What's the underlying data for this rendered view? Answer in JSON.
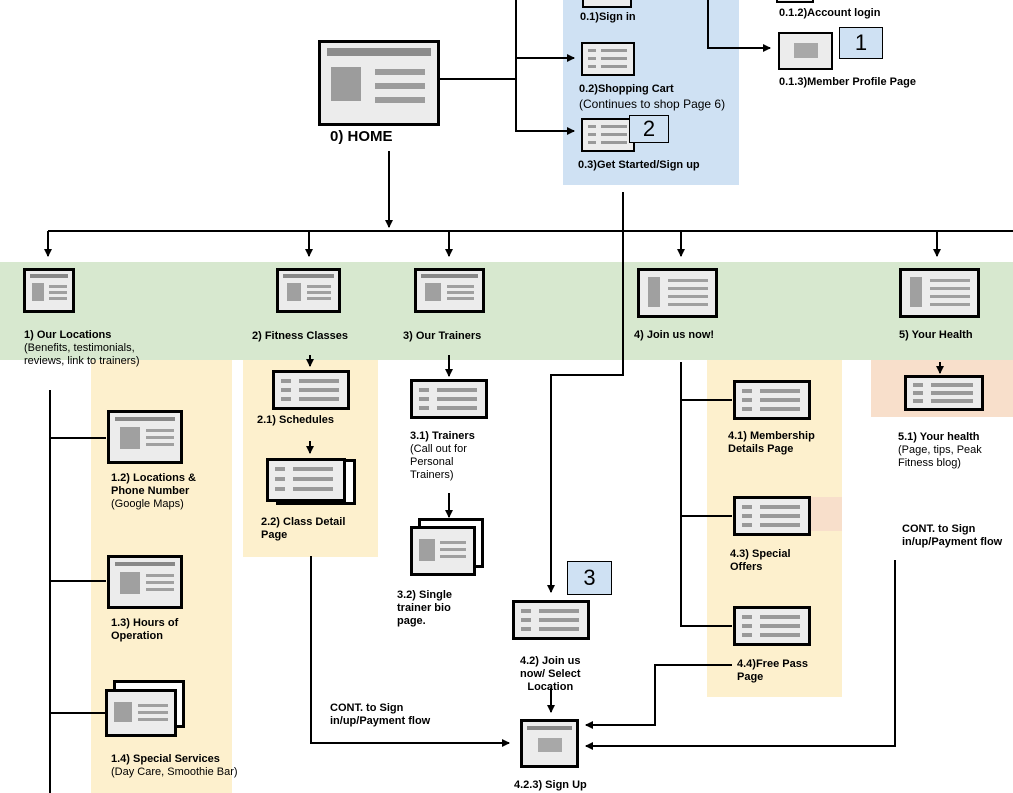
{
  "home": {
    "label": "0) HOME"
  },
  "auth": {
    "sign_in": "0.1)Sign in",
    "account_login": "0.1.2)Account login",
    "member_profile": "0.1.3)Member Profile Page",
    "shopping_cart": "0.2)Shopping Cart",
    "shopping_cart_note": "(Continues to shop Page 6)",
    "get_started": "0.3)Get Started/Sign up"
  },
  "sections": {
    "locations": {
      "title": "1) Our Locations",
      "note_1": "(Benefits, testimonials,",
      "note_2": "reviews, link to trainers)"
    },
    "fitness": {
      "title": "2) Fitness Classes"
    },
    "trainers": {
      "title": "3) Our Trainers"
    },
    "join": {
      "title": "4) Join us now!"
    },
    "health": {
      "title": "5) Your Health"
    }
  },
  "locations_sub": {
    "phone_1": "1.2) Locations &",
    "phone_2": "Phone Number",
    "phone_note": "(Google Maps)",
    "hours_1": "1.3) Hours of",
    "hours_2": "Operation",
    "special_title": "1.4) Special Services",
    "special_note": "(Day Care, Smoothie Bar)"
  },
  "fitness_sub": {
    "schedules": "2.1) Schedules",
    "class_1": "2.2) Class Detail",
    "class_2": "Page"
  },
  "trainers_sub": {
    "trainers_title": "3.1) Trainers",
    "trainers_n1": "(Call out for",
    "trainers_n2": "Personal",
    "trainers_n3": "Trainers)",
    "bio_1": "3.2) Single",
    "bio_2": "trainer bio",
    "bio_3": "page."
  },
  "join_sub": {
    "membership_1": "4.1) Membership",
    "membership_2": "Details Page",
    "offers_1": "4.3) Special",
    "offers_2": "Offers",
    "free_1": "4.4)Free Pass",
    "free_2": "Page",
    "select_1": "4.2) Join us",
    "select_2": "now/ Select",
    "select_3": "Location",
    "signup": "4.2.3) Sign Up"
  },
  "health_sub": {
    "title": "5.1) Your health",
    "n1": "(Page, tips, Peak",
    "n2": "Fitness blog)"
  },
  "cont_labels": {
    "a1": "CONT.  to Sign",
    "a2": "in/up/Payment flow",
    "b1": "CONT.  to Sign",
    "b2": "in/up/Payment flow"
  },
  "annotations": [
    "1",
    "2",
    "3"
  ],
  "colors": {
    "blue": "#cfe1f3",
    "green": "#d7e8cf",
    "yellow": "#fdf0cd",
    "peach": "#f8dfcb"
  }
}
